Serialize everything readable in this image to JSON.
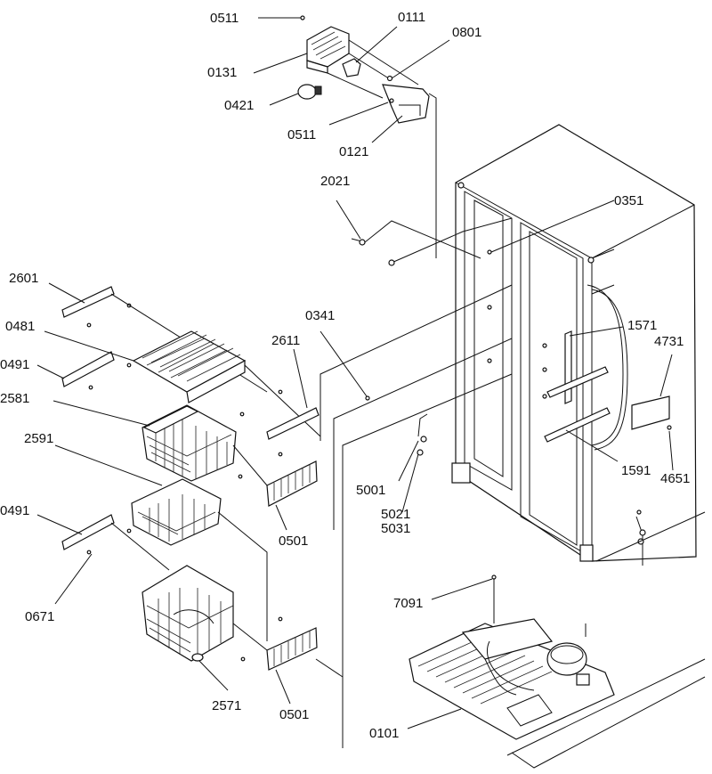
{
  "labels": {
    "p0511_top": "0511",
    "p0111": "0111",
    "p0801": "0801",
    "p0131": "0131",
    "p0421": "0421",
    "p0511_mid": "0511",
    "p0121": "0121",
    "p2021": "2021",
    "p0351": "0351",
    "p2601": "2601",
    "p0481": "0481",
    "p0491_top": "0491",
    "p0341": "0341",
    "p2611": "2611",
    "p1571": "1571",
    "p4731": "4731",
    "p2581": "2581",
    "p2591": "2591",
    "p5001": "5001",
    "p5021": "5021",
    "p5031": "5031",
    "p1591": "1591",
    "p4651": "4651",
    "p0501_top": "0501",
    "p0491_bot": "0491",
    "p0671": "0671",
    "p7091": "7091",
    "p2571": "2571",
    "p0501_bot": "0501",
    "p0101": "0101"
  }
}
